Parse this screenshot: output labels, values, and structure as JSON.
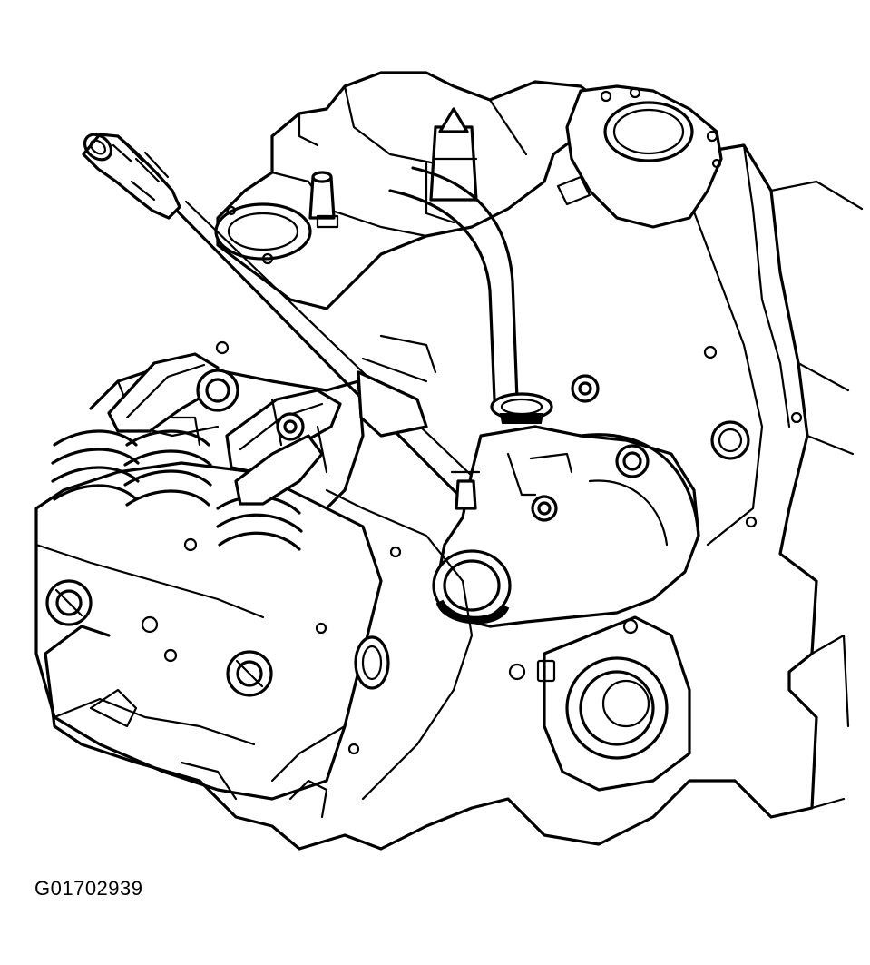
{
  "figure": {
    "id_label": "G01702939"
  },
  "colors": {
    "line": "#000000",
    "background": "#ffffff"
  },
  "depicted_parts": [
    "intake-manifold",
    "rocker-arms",
    "valve-springs",
    "coolant-bypass-pipe",
    "water-outlet-housing",
    "sensor-tool",
    "engine-block"
  ]
}
